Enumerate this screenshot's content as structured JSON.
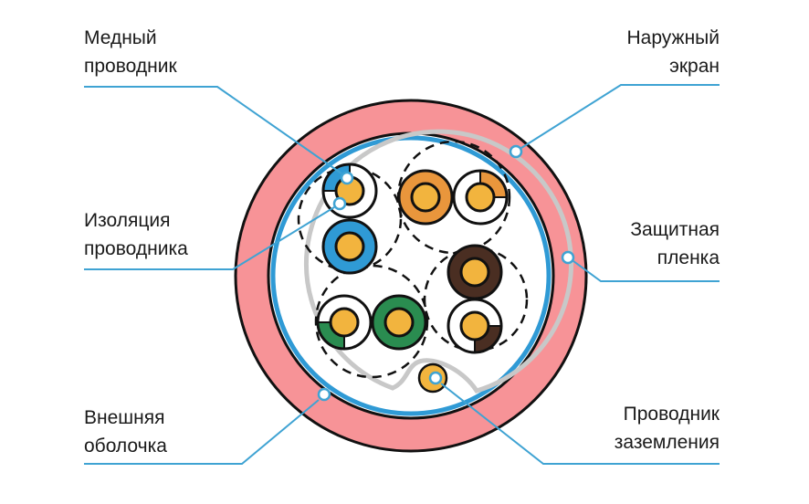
{
  "labels": {
    "copper_conductor": [
      "Медный",
      "проводник"
    ],
    "conductor_insulation": [
      "Изоляция",
      "проводника"
    ],
    "outer_jacket": [
      "Внешняя",
      "оболочка"
    ],
    "outer_shield": [
      "Наружный",
      "экран"
    ],
    "protective_film": [
      "Защитная",
      "пленка"
    ],
    "ground_conductor": [
      "Проводник",
      "заземления"
    ]
  },
  "colors": {
    "jacket": "#F79397",
    "shield": "#2F9AD5",
    "film": "#C8C8C8",
    "leader": "#3FA3D3",
    "core": "#F2B43E",
    "blue": "#2F9AD5",
    "orange": "#E9963C",
    "brown": "#4A2E22",
    "green": "#2A8C50"
  }
}
